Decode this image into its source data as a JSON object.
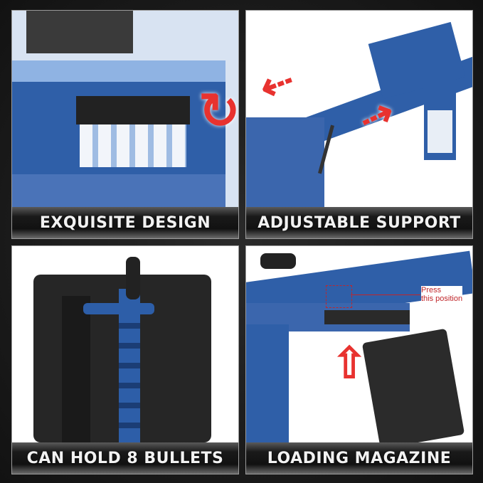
{
  "panels": [
    {
      "caption": "EXQUISITE DESIGN"
    },
    {
      "caption": "ADJUSTABLE SUPPORT"
    },
    {
      "caption": "CAN HOLD 8 BULLETS"
    },
    {
      "caption": "LOADING MAGAZINE",
      "annotation": {
        "line1": "Press",
        "line2": "this position"
      }
    }
  ],
  "colors": {
    "accent": "#e8322f",
    "brick_blue": "#2f5fa8",
    "light_blue": "#8fb3e3",
    "dark": "#2a2a2a"
  }
}
